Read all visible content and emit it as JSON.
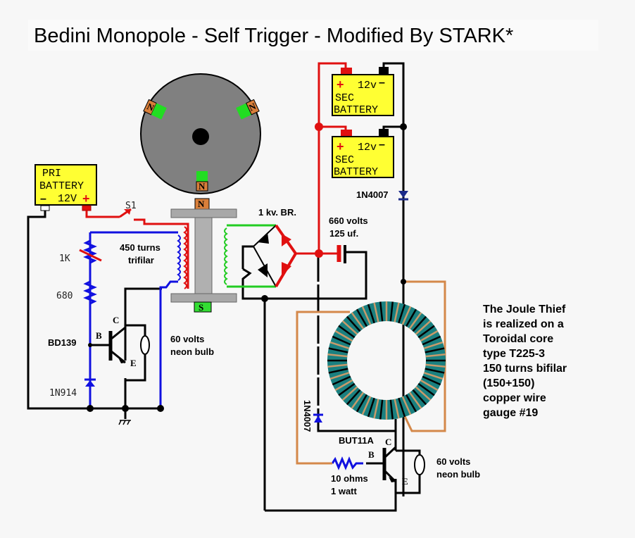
{
  "title": "Bedini Monopole - Self Trigger - Modified By STARK*",
  "colors": {
    "wire_black": "#000000",
    "wire_red": "#e01010",
    "wire_blue": "#1010e0",
    "wire_green": "#22cc22",
    "wire_orange": "#d4884a",
    "battery_fill": "#ffff33",
    "rotor_gray": "#808080",
    "toroid_teal": "#1a8080"
  },
  "primary_battery": {
    "line1": "PRI",
    "line2": "BATTERY",
    "voltage": "12V",
    "plus": "+",
    "minus": "–"
  },
  "secondary_batteries": [
    {
      "line1": "SEC",
      "line2": "BATTERY",
      "voltage": "12v",
      "plus": "+",
      "minus": "–"
    },
    {
      "line1": "SEC",
      "line2": "BATTERY",
      "voltage": "12v",
      "plus": "+",
      "minus": "–"
    }
  ],
  "rotor": {
    "magnets": [
      "N",
      "N",
      "N"
    ]
  },
  "core": {
    "top_pole": "N",
    "bottom_pole": "S"
  },
  "labels": {
    "switch": "S1",
    "pot": "1K",
    "resistor": "680",
    "transistor1": "BD139",
    "diode1": "1N914",
    "coil": [
      "450 turns",
      "trifilar"
    ],
    "neon1": [
      "60 volts",
      "neon bulb"
    ],
    "bridge": "1 kv. BR.",
    "capacitor": [
      "660 volts",
      "125 uf."
    ],
    "diode_sec": "1N4007",
    "diode_jt": "1N4007",
    "transistor2": "BUT11A",
    "base_resistor": [
      "10 ohms",
      "1 watt"
    ],
    "neon2": [
      "60 volts",
      "neon bulb"
    ]
  },
  "pins": {
    "b": "B",
    "c": "C",
    "e": "E"
  },
  "joule_thief_note": [
    "The Joule Thief",
    "is realized on a",
    "Toroidal core",
    "type T225-3",
    "150 turns bifilar",
    "(150+150)",
    "copper wire",
    "gauge #19"
  ]
}
